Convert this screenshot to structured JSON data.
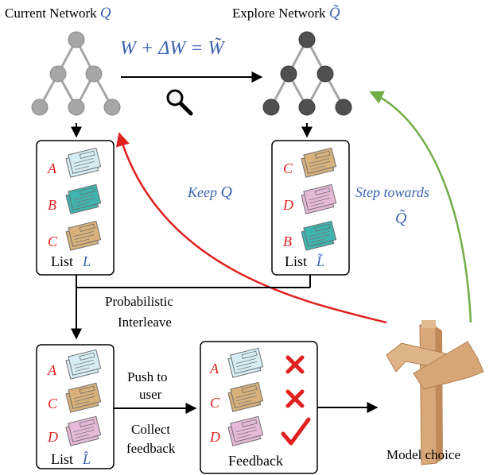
{
  "current_network": {
    "label": "Current Network",
    "symbol": "Q"
  },
  "explore_network": {
    "label": "Explore Network",
    "symbol": "Q̃"
  },
  "equation": {
    "lhs": "W + ΔW = ",
    "rhs": "W̃"
  },
  "list_current": {
    "items": [
      "A",
      "B",
      "C"
    ],
    "caption": "List",
    "symbol": "L"
  },
  "list_explore": {
    "items": [
      "C",
      "D",
      "B"
    ],
    "caption": "List",
    "symbol": "L̃"
  },
  "keep": {
    "text": "Keep ",
    "symbol": "Q"
  },
  "step_towards": {
    "line1": "Step towards",
    "symbol": "Q̃"
  },
  "interleave": {
    "line1": "Probabilistic",
    "line2": "Interleave"
  },
  "list_merged": {
    "items": [
      "A",
      "C",
      "D"
    ],
    "caption": "List",
    "symbol": "L̂"
  },
  "push": {
    "line1": "Push to",
    "line2": "user"
  },
  "collect": {
    "line1": "Collect",
    "line2": "feedback"
  },
  "feedback": {
    "items": [
      "A",
      "C",
      "D"
    ],
    "marks": [
      "cross",
      "cross",
      "check"
    ],
    "caption": "Feedback"
  },
  "model_choice": {
    "label": "Model choice"
  },
  "colors": {
    "node_light": "#a6a6a6",
    "node_dark": "#505050",
    "blue_text": "#3a63b0",
    "red": "#e0201e",
    "green": "#70ad47",
    "paper_blue": "#d6ecf5",
    "paper_teal": "#3fb3ae",
    "paper_tan": "#d7b07a",
    "paper_pink": "#e7b9d8",
    "wood": "#d8a878"
  },
  "newspaper_colors": {
    "A": "paper_blue",
    "B": "paper_teal",
    "C": "paper_tan",
    "D": "paper_pink"
  }
}
